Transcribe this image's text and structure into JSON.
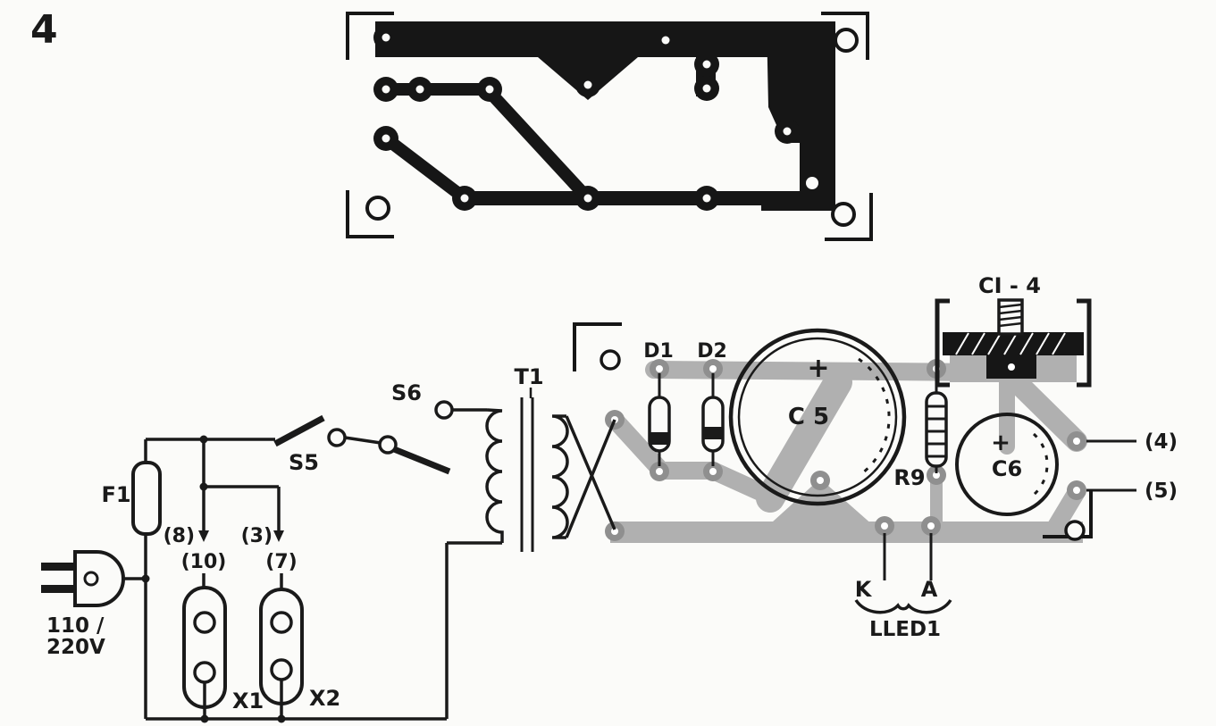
{
  "figure": {
    "number": "4"
  },
  "components": {
    "ci4": "CI - 4",
    "d1": "D1",
    "d2": "D2",
    "c5": "C 5",
    "c5_plus": "+",
    "c6": "C6",
    "c6_plus": "+",
    "r9": "R9",
    "t1": "T1",
    "s5": "S5",
    "s6": "S6",
    "f1": "F1",
    "x1": "X1",
    "x2": "X2",
    "led": {
      "k": "K",
      "a": "A",
      "name": "LLED1"
    }
  },
  "terminals": {
    "pin8": "(8)",
    "pin10": "(10)",
    "pin3": "(3)",
    "pin7": "(7)",
    "out4": "(4)",
    "out5": "(5)"
  },
  "power": {
    "line1": "110 /",
    "line2": "220V"
  },
  "colors": {
    "copper": "#161616",
    "trace_gray": "#b0b0b0",
    "pad_gray": "#8f8f8f",
    "ink": "#1a1a1a",
    "background": "#fbfbf9"
  }
}
